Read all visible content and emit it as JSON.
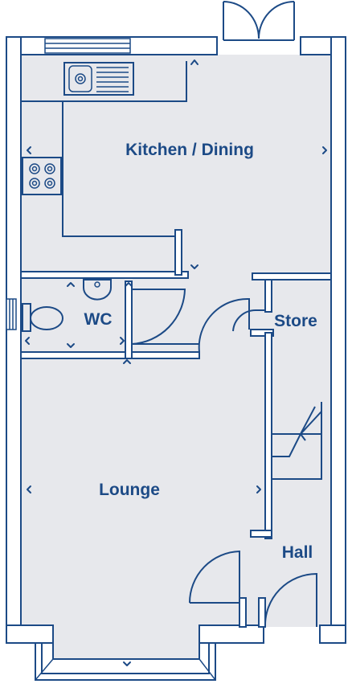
{
  "rooms": {
    "kitchen_dining": "Kitchen / Dining",
    "wc": "WC",
    "store": "Store",
    "lounge": "Lounge",
    "hall": "Hall"
  },
  "colors": {
    "wall_line": "#1c4a86",
    "floor_fill": "#e7e8ec",
    "background": "#ffffff"
  }
}
